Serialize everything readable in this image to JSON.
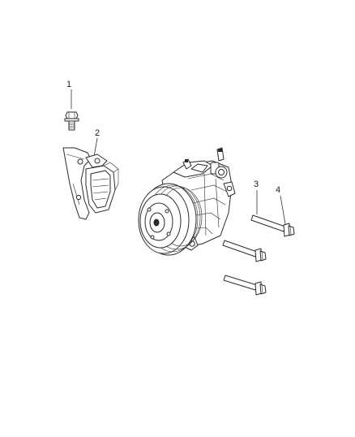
{
  "callouts": [
    {
      "number": "1",
      "part": "bolt"
    },
    {
      "number": "2",
      "part": "bracket"
    },
    {
      "number": "3",
      "part": "long-bolt"
    },
    {
      "number": "4",
      "part": "long-bolt"
    }
  ],
  "colors": {
    "line": "#2b2b2b",
    "background": "#ffffff"
  }
}
